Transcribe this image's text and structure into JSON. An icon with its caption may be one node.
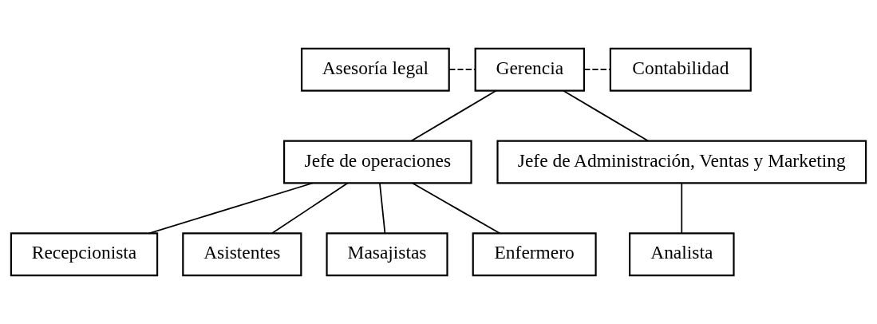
{
  "diagram": {
    "nodes": [
      {
        "text": [
          "Asesoría legal"
        ]
      },
      {
        "text": [
          "Gerencia"
        ]
      },
      {
        "text": [
          "Contabilidad"
        ]
      },
      {
        "text": [
          "Jefe de operaciones"
        ]
      },
      {
        "text": [
          "Jefe de Administración, Ventas y Marketing"
        ]
      },
      {
        "text": [
          "Recepcionista"
        ]
      },
      {
        "text": [
          "Asistentes"
        ]
      },
      {
        "text": [
          "Masajistas"
        ]
      },
      {
        "text": [
          "Enfermero"
        ]
      },
      {
        "text": [
          "Analista"
        ]
      }
    ],
    "edges": [
      {
        "from": 0,
        "to": 1,
        "arrow": "none",
        "style": "dashed"
      },
      {
        "from": 1,
        "to": 2,
        "arrow": "none",
        "style": "dashed"
      },
      {
        "from": 1,
        "to": 3,
        "arrow": "none"
      },
      {
        "from": 1,
        "to": 4,
        "arrow": "none"
      },
      {
        "from": 3,
        "to": 5,
        "arrow": "none"
      },
      {
        "from": 3,
        "to": 6,
        "arrow": "none"
      },
      {
        "from": 3,
        "to": 7,
        "arrow": "none"
      },
      {
        "from": 3,
        "to": 8,
        "arrow": "none"
      },
      {
        "from": 4,
        "to": 9,
        "arrow": "none"
      }
    ]
  }
}
